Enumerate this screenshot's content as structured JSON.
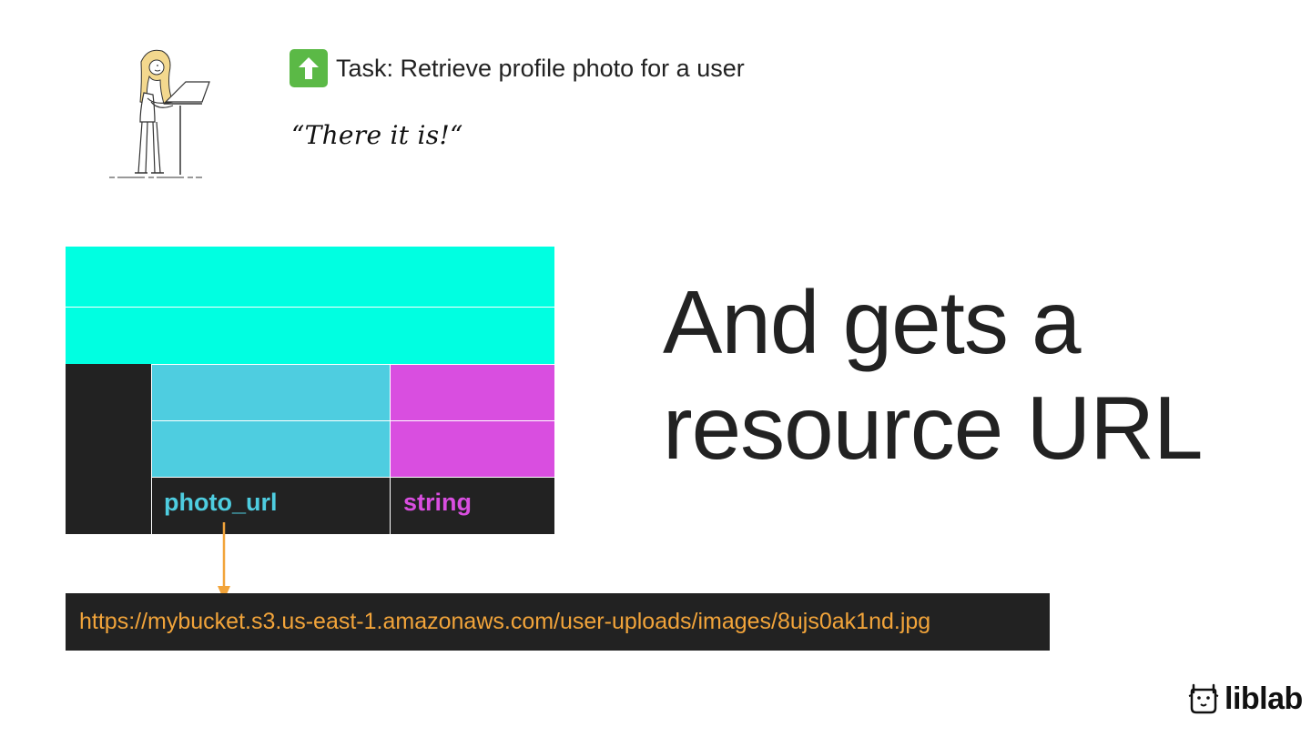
{
  "task": {
    "icon": "arrow-up-icon",
    "label": "Task: Retrieve profile photo for a user"
  },
  "quote": "“There it is!“",
  "schema": {
    "field_name": "photo_url",
    "field_type": "string"
  },
  "heading": {
    "line1": "And gets a",
    "line2": "resource URL"
  },
  "url": "https://mybucket.s3.us-east-1.amazonaws.com/user-uploads/images/8ujs0ak1nd.jpg",
  "logo": {
    "icon": "llama-icon",
    "text": "liblab"
  },
  "colors": {
    "teal": "#00ffe1",
    "blue": "#4ecde0",
    "magenta": "#d94ee0",
    "dark": "#222222",
    "orange": "#f2a43a",
    "green": "#5bb946"
  }
}
